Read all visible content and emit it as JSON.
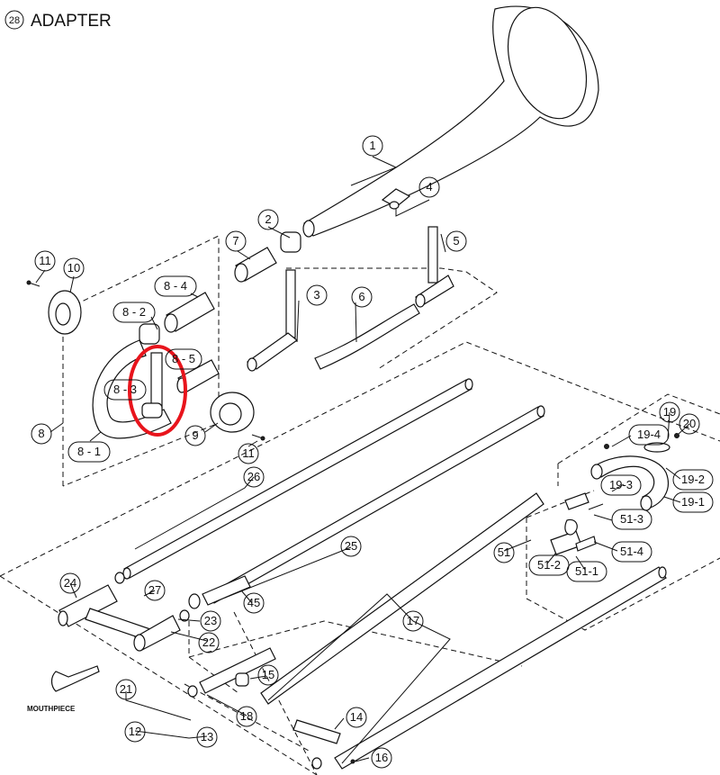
{
  "title": {
    "number": "28",
    "text": "ADAPTER"
  },
  "mouthpiece_label": "MOUTHPIECE",
  "callouts": [
    {
      "id": "p1",
      "text": "1",
      "shape": "circle"
    },
    {
      "id": "p2",
      "text": "2",
      "shape": "circle"
    },
    {
      "id": "p3",
      "text": "3",
      "shape": "circle"
    },
    {
      "id": "p4",
      "text": "4",
      "shape": "circle"
    },
    {
      "id": "p5",
      "text": "5",
      "shape": "circle"
    },
    {
      "id": "p6",
      "text": "6",
      "shape": "circle"
    },
    {
      "id": "p7",
      "text": "7",
      "shape": "circle"
    },
    {
      "id": "p8",
      "text": "8",
      "shape": "circle"
    },
    {
      "id": "p8-1",
      "text": "8 - 1",
      "shape": "pill"
    },
    {
      "id": "p8-2",
      "text": "8 - 2",
      "shape": "pill"
    },
    {
      "id": "p8-3",
      "text": "8 - 3",
      "shape": "pill"
    },
    {
      "id": "p8-4",
      "text": "8 - 4",
      "shape": "pill"
    },
    {
      "id": "p8-5",
      "text": "8 - 5",
      "shape": "pill"
    },
    {
      "id": "p9",
      "text": "9",
      "shape": "circle"
    },
    {
      "id": "p10",
      "text": "10",
      "shape": "circle"
    },
    {
      "id": "p11a",
      "text": "11",
      "shape": "circle"
    },
    {
      "id": "p11b",
      "text": "11",
      "shape": "circle"
    },
    {
      "id": "p12",
      "text": "12",
      "shape": "circle"
    },
    {
      "id": "p13",
      "text": "13",
      "shape": "circle"
    },
    {
      "id": "p14",
      "text": "14",
      "shape": "circle"
    },
    {
      "id": "p15",
      "text": "15",
      "shape": "circle"
    },
    {
      "id": "p16",
      "text": "16",
      "shape": "circle"
    },
    {
      "id": "p17",
      "text": "17",
      "shape": "circle"
    },
    {
      "id": "p18",
      "text": "18",
      "shape": "circle"
    },
    {
      "id": "p19",
      "text": "19",
      "shape": "circle"
    },
    {
      "id": "p19-1",
      "text": "19-1",
      "shape": "pill"
    },
    {
      "id": "p19-2",
      "text": "19-2",
      "shape": "pill"
    },
    {
      "id": "p19-3",
      "text": "19-3",
      "shape": "pill"
    },
    {
      "id": "p19-4",
      "text": "19-4",
      "shape": "pill"
    },
    {
      "id": "p20",
      "text": "20",
      "shape": "circle"
    },
    {
      "id": "p21",
      "text": "21",
      "shape": "circle"
    },
    {
      "id": "p22",
      "text": "22",
      "shape": "circle"
    },
    {
      "id": "p23",
      "text": "23",
      "shape": "circle"
    },
    {
      "id": "p24",
      "text": "24",
      "shape": "circle"
    },
    {
      "id": "p25",
      "text": "25",
      "shape": "circle"
    },
    {
      "id": "p26",
      "text": "26",
      "shape": "circle"
    },
    {
      "id": "p27",
      "text": "27",
      "shape": "circle"
    },
    {
      "id": "p45",
      "text": "45",
      "shape": "circle"
    },
    {
      "id": "p51",
      "text": "51",
      "shape": "circle"
    },
    {
      "id": "p51-1",
      "text": "51-1",
      "shape": "pill"
    },
    {
      "id": "p51-2",
      "text": "51-2",
      "shape": "pill"
    },
    {
      "id": "p51-3",
      "text": "51-3",
      "shape": "pill"
    },
    {
      "id": "p51-4",
      "text": "51-4",
      "shape": "pill"
    }
  ],
  "highlight_color": "#e8141c"
}
